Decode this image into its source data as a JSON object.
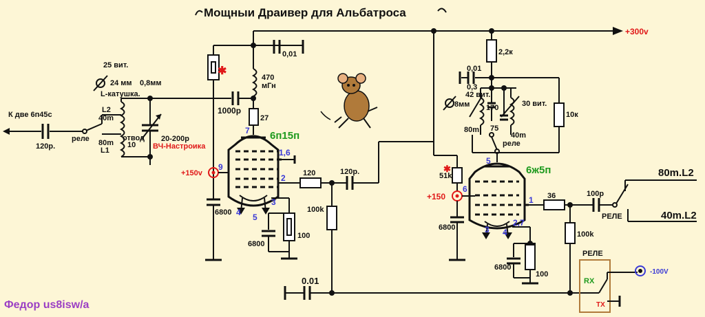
{
  "title": "Мощныи Драивер для Альбатроса",
  "author": "Федор us8isw/a",
  "supply": {
    "plus300": "+300v",
    "minus100": "-100V"
  },
  "input": {
    "label": "К две 6п45с",
    "cap": "120p.",
    "relay": "реле"
  },
  "coil": {
    "turns": "25 вит.",
    "dia": "24 мм",
    "wire": "0,8мм",
    "name": "L-катушка.",
    "l2": "L2",
    "l2band": "40m",
    "tap": "отвод",
    "tap_num": "10",
    "l1band": "80m",
    "l1": "L1",
    "tune_range": "20-200p",
    "tune_label": "ВЧ-Настроика"
  },
  "stage1": {
    "tube": "6п15п",
    "c_top": "0,01",
    "choke_val": "470",
    "choke_unit": "мГн",
    "c_1000": "1000p",
    "r_27": "27",
    "pin7": "7",
    "pin16": "1,6",
    "pin9": "9",
    "pin2": "2",
    "pin3": "3",
    "pin4": "4",
    "pin5": "5",
    "bias": "+150v",
    "c_6800a": "6800",
    "c_6800b": "6800",
    "r_100": "100"
  },
  "coupling": {
    "r_120": "120",
    "c_120p": "120p.",
    "r_100k": "100k",
    "c_001": "0.01"
  },
  "stage2": {
    "tube": "6ж5п",
    "r_22k": "2,2к",
    "c_001": "0,01",
    "turns_dia": "0,3",
    "turns": "42 вит.",
    "dia": "8мм",
    "c_170": "170",
    "c_75": "75",
    "turns2": "30 вит.",
    "r_10k": "10к",
    "band80": "80m",
    "band40": "40m",
    "relay": "реле",
    "r_51k": "51k",
    "bias": "+150",
    "pin5": "5",
    "pin6": "6",
    "pin1": "1",
    "pin3": "3",
    "pin4": "4",
    "pin27": "2,7",
    "c_6800a": "6800",
    "c_6800b": "6800",
    "r_100": "100",
    "r_36": "36",
    "r_100k": "100k",
    "c_100p": "100p"
  },
  "output": {
    "out80": "80m.L2",
    "out40": "40m.L2",
    "relay": "РЕЛЕ"
  },
  "relay_box": {
    "title": "РЕЛЕ",
    "rx": "RX",
    "tx": "TX"
  }
}
